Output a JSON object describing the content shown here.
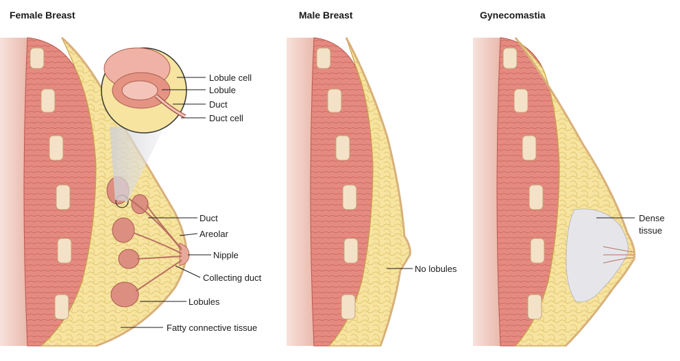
{
  "panels": {
    "female": {
      "title": "Female Breast"
    },
    "male": {
      "title": "Male Breast"
    },
    "gyne": {
      "title": "Gynecomastia"
    }
  },
  "labels": {
    "lobule_cell": "Lobule cell",
    "lobule": "Lobule",
    "duct_zoom": "Duct",
    "duct_cell": "Duct cell",
    "duct": "Duct",
    "areolar": "Areolar",
    "nipple": "Nipple",
    "collecting_duct": "Collecting duct",
    "lobules": "Lobules",
    "fatty": "Fatty connective tissue",
    "no_lobules": "No lobules",
    "dense_1": "Dense",
    "dense_2": "tissue"
  },
  "colors": {
    "skin": "#f1d3c9",
    "muscle": "#e07f78",
    "fat": "#f6e4a0",
    "rib": "#f3e2c7",
    "lobule": "#d98c7e",
    "dense": "#e6e6ea"
  }
}
